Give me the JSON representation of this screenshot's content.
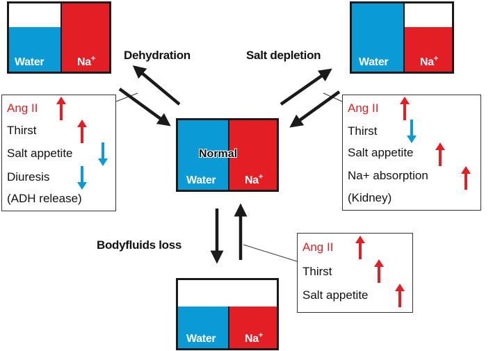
{
  "labels": {
    "water": "Water",
    "na": "Na",
    "na_sup": "+",
    "normal": "Normal"
  },
  "states": {
    "dehydration": "Dehydration",
    "salt_depletion": "Salt depletion",
    "bodyfluids_loss": "Bodyfluids loss"
  },
  "boxes": {
    "dehydration": [
      {
        "text": "Ang II",
        "color": "#e31e24",
        "arrow": "up"
      },
      {
        "text": "Thirst",
        "color": "#111111",
        "arrow": "up"
      },
      {
        "text": "Salt appetite",
        "color": "#111111",
        "arrow": "down"
      },
      {
        "text": "Diuresis",
        "color": "#111111",
        "arrow": "down"
      },
      {
        "text": "(ADH release)",
        "color": "#111111",
        "arrow": null
      }
    ],
    "salt_depletion": [
      {
        "text": "Ang II",
        "color": "#e31e24",
        "arrow": "up"
      },
      {
        "text": "Thirst",
        "color": "#111111",
        "arrow": "down"
      },
      {
        "text": "Salt appetite",
        "color": "#111111",
        "arrow": "up"
      },
      {
        "text": "Na+ absorption",
        "color": "#111111",
        "arrow": "up"
      },
      {
        "text": "(Kidney)",
        "color": "#111111",
        "arrow": null
      }
    ],
    "bodyfluids_loss": [
      {
        "text": "Ang II",
        "color": "#e31e24",
        "arrow": "up"
      },
      {
        "text": "Thirst",
        "color": "#111111",
        "arrow": "up"
      },
      {
        "text": "Salt appetite",
        "color": "#111111",
        "arrow": "up"
      }
    ]
  },
  "colors": {
    "water": "#0a9bd6",
    "sodium": "#e31e24",
    "increase_arrow": "#e31e24",
    "decrease_arrow": "#0a9bd6"
  }
}
